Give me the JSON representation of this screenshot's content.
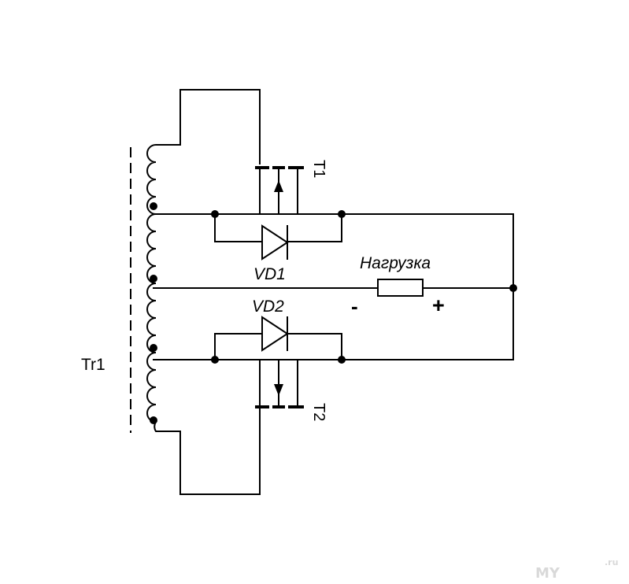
{
  "labels": {
    "transformer": "Tr1",
    "transistor_top": "T1",
    "transistor_bottom": "T2",
    "diode_top": "VD1",
    "diode_bottom": "VD2",
    "load": "Нагрузка",
    "minus": "-",
    "plus": "+"
  },
  "watermark": {
    "text": "MY",
    "suffix": ".ru"
  }
}
